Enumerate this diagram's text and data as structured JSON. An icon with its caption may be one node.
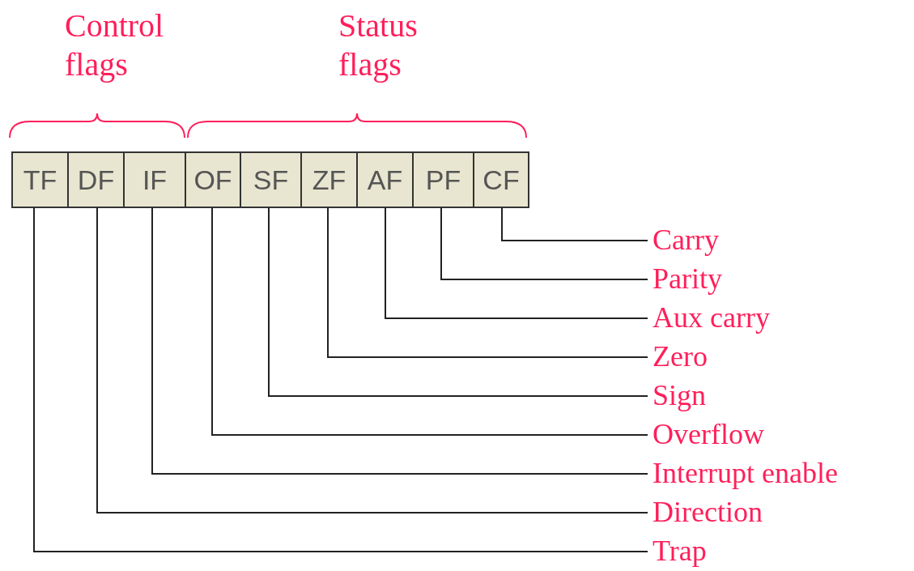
{
  "diagram": {
    "nodes": [
      {
        "text": [
          "TF"
        ]
      },
      {
        "text": [
          "DF"
        ]
      },
      {
        "text": [
          "IF"
        ]
      },
      {
        "text": [
          "OF"
        ]
      },
      {
        "text": [
          "SF"
        ]
      },
      {
        "text": [
          "ZF"
        ]
      },
      {
        "text": [
          "AF"
        ]
      },
      {
        "text": [
          "PF"
        ]
      },
      {
        "text": [
          "CF"
        ]
      },
      {
        "text": [
          "Carry"
        ]
      },
      {
        "text": [
          "Parity"
        ]
      },
      {
        "text": [
          "Aux carry"
        ]
      },
      {
        "text": [
          "Zero"
        ]
      },
      {
        "text": [
          "Sign"
        ]
      },
      {
        "text": [
          "Overflow"
        ]
      },
      {
        "text": [
          "Interrupt enable"
        ]
      },
      {
        "text": [
          "Direction"
        ]
      },
      {
        "text": [
          "Trap"
        ]
      }
    ],
    "edges": [
      {
        "from": 8,
        "to": 9,
        "arrow": "none"
      },
      {
        "from": 7,
        "to": 10,
        "arrow": "none"
      },
      {
        "from": 6,
        "to": 11,
        "arrow": "none"
      },
      {
        "from": 5,
        "to": 12,
        "arrow": "none"
      },
      {
        "from": 4,
        "to": 13,
        "arrow": "none"
      },
      {
        "from": 3,
        "to": 14,
        "arrow": "none"
      },
      {
        "from": 2,
        "to": 15,
        "arrow": "none"
      },
      {
        "from": 1,
        "to": 16,
        "arrow": "none"
      },
      {
        "from": 0,
        "to": 17,
        "arrow": "none"
      }
    ],
    "labels": [
      "Control flags",
      "Status flags"
    ]
  }
}
